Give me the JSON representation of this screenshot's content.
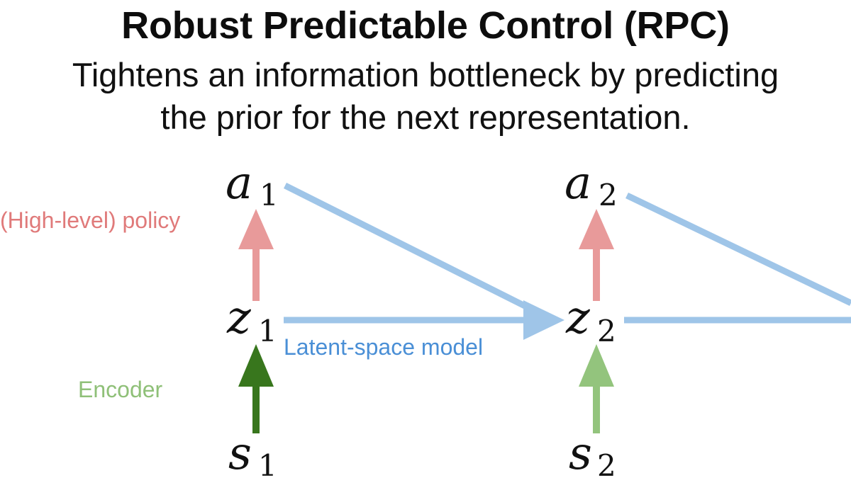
{
  "header": {
    "title": "Robust Predictable Control (RPC)",
    "subtitle_line1": "Tightens an information bottleneck by predicting",
    "subtitle_line2": "the prior for the next representation."
  },
  "nodes": [
    {
      "id": "a1",
      "var": "a",
      "sub": "1"
    },
    {
      "id": "z1",
      "var": "z",
      "sub": "1"
    },
    {
      "id": "s1",
      "var": "s",
      "sub": "1"
    },
    {
      "id": "a2",
      "var": "a",
      "sub": "2"
    },
    {
      "id": "z2",
      "var": "z",
      "sub": "2"
    },
    {
      "id": "s2",
      "var": "s",
      "sub": "2"
    }
  ],
  "labels": {
    "policy": "(High-level) policy",
    "model": "Latent-space model",
    "encoder": "Encoder"
  },
  "colors": {
    "policy": "#e89a9a",
    "policy_text": "#e07a7a",
    "model": "#9fc5e8",
    "model_text": "#4a8fd6",
    "encoder_dark": "#38761d",
    "encoder_light": "#93c47d",
    "encoder_text": "#8fc078"
  }
}
